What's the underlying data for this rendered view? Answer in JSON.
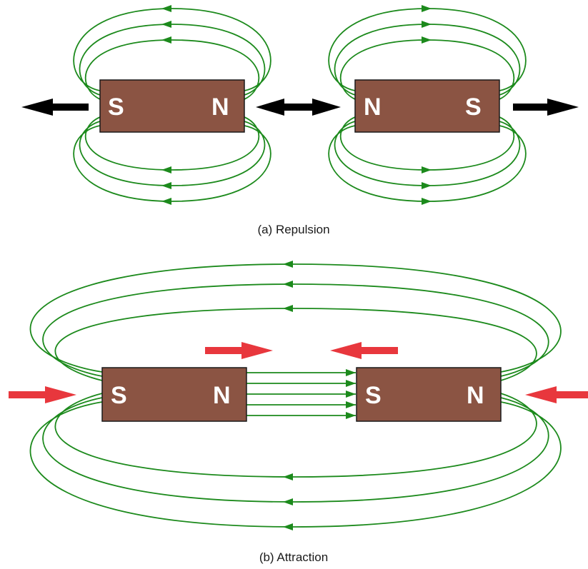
{
  "colors": {
    "magnet": "#8B5443",
    "field_line": "#1c8a1c",
    "repulsion_force": "#000000",
    "attraction_force": "#e8373d"
  },
  "panel_a": {
    "caption": "(a) Repulsion",
    "magnet_left": {
      "left_pole": "S",
      "right_pole": "N"
    },
    "magnet_right": {
      "left_pole": "N",
      "right_pole": "S"
    }
  },
  "panel_b": {
    "caption": "(b) Attraction",
    "magnet_left": {
      "left_pole": "S",
      "right_pole": "N"
    },
    "magnet_right": {
      "left_pole": "S",
      "right_pole": "N"
    }
  }
}
